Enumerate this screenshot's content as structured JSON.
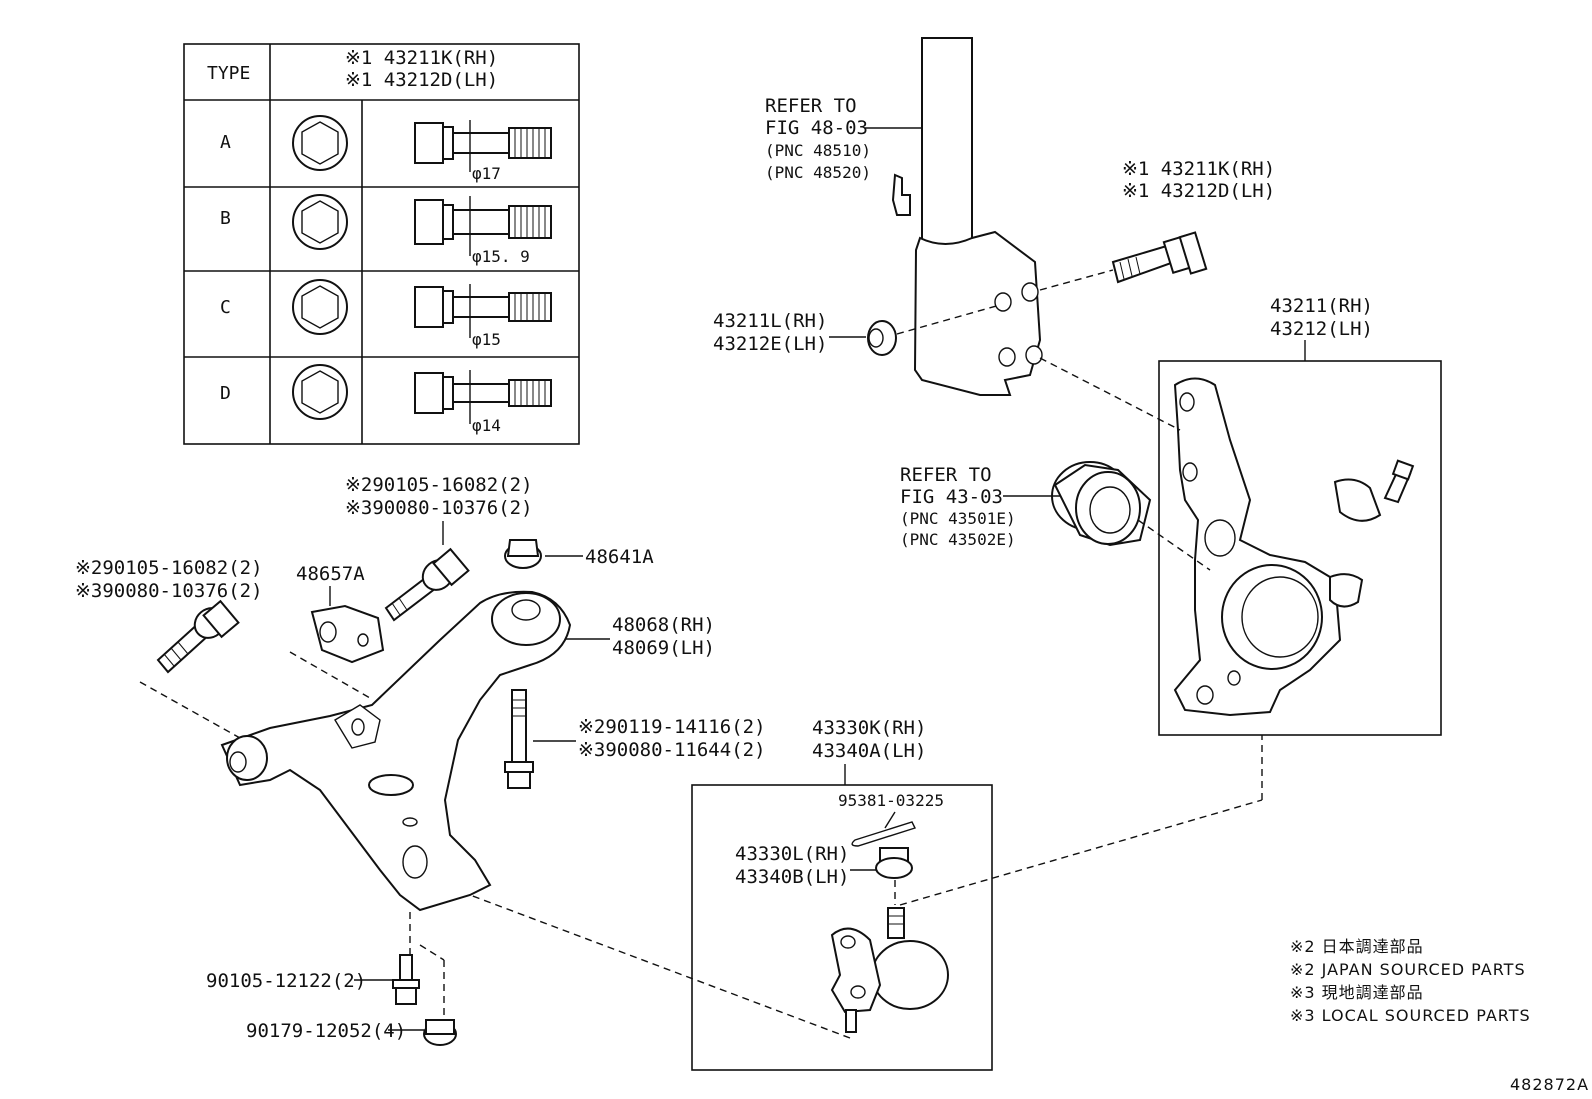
{
  "table": {
    "header_type": "TYPE",
    "header_part_rh": "※1 43211K(RH)",
    "header_part_lh": "※1 43212D(LH)",
    "rows": [
      {
        "type": "A",
        "dimension": "φ17"
      },
      {
        "type": "B",
        "dimension": "φ15. 9"
      },
      {
        "type": "C",
        "dimension": "φ15"
      },
      {
        "type": "D",
        "dimension": "φ14"
      }
    ]
  },
  "strut_ref": {
    "line1": "REFER TO",
    "line2": "FIG 48-03",
    "line3": "(PNC 48510)",
    "line4": "(PNC 48520)"
  },
  "bearing_ref": {
    "line1": "REFER TO",
    "line2": "FIG 43-03",
    "line3": "(PNC 43501E)",
    "line4": "(PNC 43502E)"
  },
  "labels": {
    "bolt_k_rh": "※1 43211K(RH)",
    "bolt_d_lh": "※1 43212D(LH)",
    "nut_l_rh": "43211L(RH)",
    "nut_e_lh": "43212E(LH)",
    "knuckle_rh": "43211(RH)",
    "knuckle_lh": "43212(LH)",
    "bolt_front_1": "※290105-16082(2)",
    "bolt_front_2": "※390080-10376(2)",
    "bolt_left_1": "※290105-16082(2)",
    "bolt_left_2": "※390080-10376(2)",
    "bracket": "48657A",
    "nut_48641": "48641A",
    "arm_rh": "48068(RH)",
    "arm_lh": "48069(LH)",
    "bolt_mid_1": "※290119-14116(2)",
    "bolt_mid_2": "※390080-11644(2)",
    "ball_joint_rh": "43330K(RH)",
    "ball_joint_lh": "43340A(LH)",
    "cotter_pin": "95381-03225",
    "castle_nut_rh": "43330L(RH)",
    "castle_nut_lh": "43340B(LH)",
    "bolt_bottom": "90105-12122(2)",
    "nut_bottom": "90179-12052(4)"
  },
  "notes": [
    "※2 日本調達部品",
    "※2 JAPAN SOURCED PARTS",
    "※3 現地調達部品",
    "※3 LOCAL SOURCED PARTS"
  ],
  "figure_number": "482872A"
}
